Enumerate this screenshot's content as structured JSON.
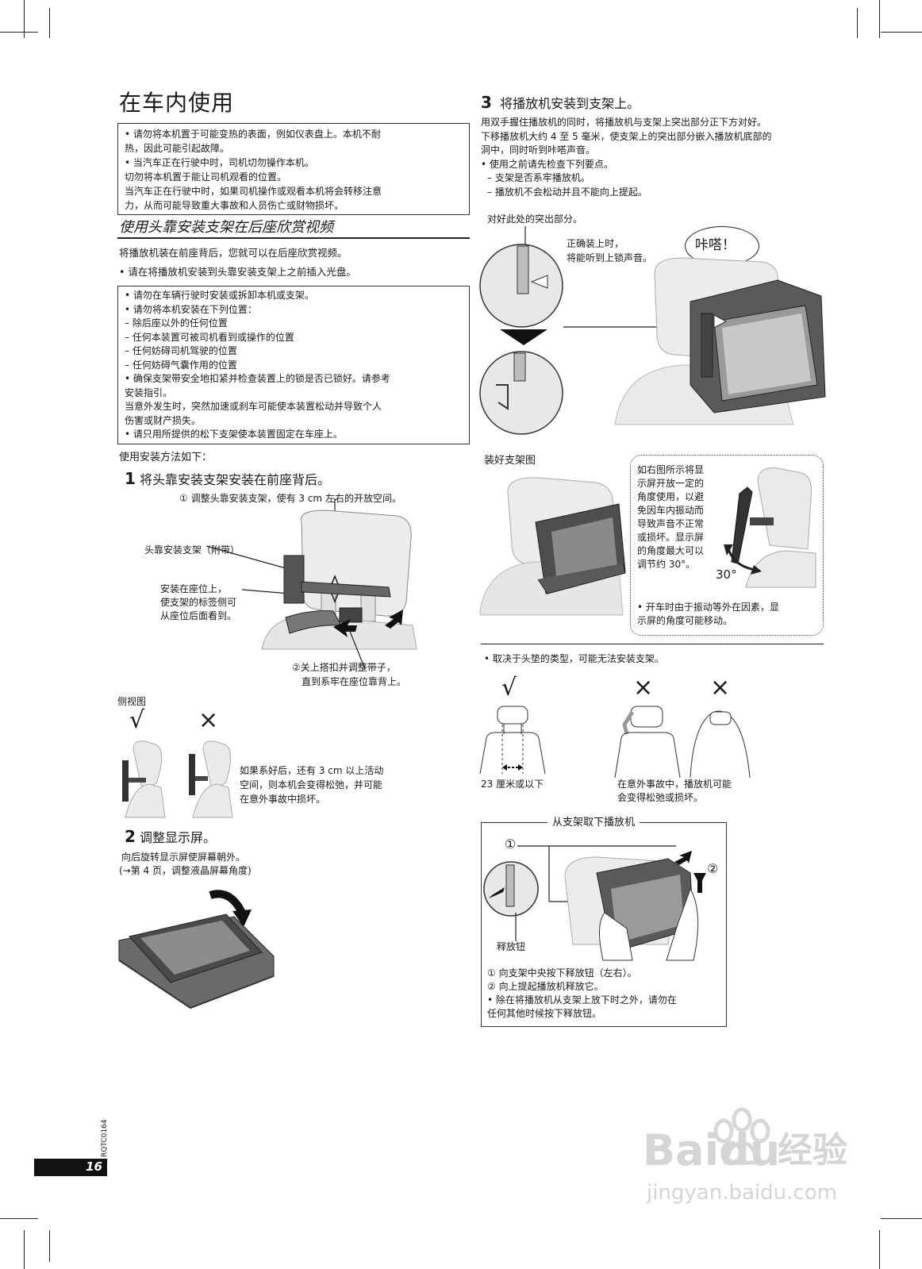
{
  "left": {
    "title": "在车内使用",
    "warning1": [
      "•   请勿将本机置于可能变热的表面，例如仪表盘上。本机不耐",
      "     热，因此可能引起故障。",
      "•   当汽车正在行驶中时，司机切勿操作本机。",
      "     切勿将本机置于能让司机观看的位置。",
      "     当汽车正在行驶中时，如果司机操作或观看本机将会转移注意",
      "     力，从而可能导致重大事故和人员伤亡或财物损坏。"
    ],
    "section_heading": "使用头靠安装支架在后座欣赏视频",
    "intro": "将播放机装在前座背后，您就可以在后座欣赏视频。",
    "intro_bullet": "•   请在将播放机安装到头靠安装支架上之前插入光盘。",
    "warning2": [
      "•  请勿在车辆行驶时安装或拆卸本机或支架。",
      "•  请勿将本机安装在下列位置：",
      "      –  除后座以外的任何位置",
      "      –  任何本装置可被司机看到或操作的位置",
      "      –  任何妨碍司机驾驶的位置",
      "      –  任何妨碍气囊作用的位置",
      "•  确保支架带安全地扣紧并检查装置上的锁是否已锁好。请参考",
      "    安装指引。",
      "    当意外发生时，突然加速或刹车可能使本装置松动并导致个人",
      "    伤害或财产损失。",
      "•   请只用所提供的松下支架使本装置固定在车座上。"
    ],
    "method_intro": "使用安装方法如下：",
    "step1": {
      "num": "1",
      "title": "将头靠安装支架安装在前座背后。",
      "sub1": "①  调整头靠安装支架，使有 3 cm 左右的开放空间。",
      "label_bracket": "头靠安装支架（附带）",
      "label_seat": [
        "安装在座位上，",
        "使支架的标签侧可",
        "从座位后面看到。"
      ],
      "sub2": [
        "②关上搭扣并调整带子，",
        "直到系牢在座位靠背上。"
      ]
    },
    "side_view": {
      "label": "侧视图",
      "ok_mark": "√",
      "ng_mark": "×",
      "note": [
        "如果系好后，还有 3 cm 以上活动",
        "空间，则本机会变得松弛，并可能",
        "在意外事故中损坏。"
      ]
    },
    "step2": {
      "num": "2",
      "title": "调整显示屏。",
      "lines": [
        "向后旋转显示屏使屏幕朝外。",
        "(→第 4 页，调整液晶屏幕角度)"
      ]
    },
    "model_code": "RQTC0164",
    "page_number": "16"
  },
  "right": {
    "step3": {
      "num": "3",
      "title": "将播放机安装到支架上。",
      "lines": [
        "用双手握住播放机的同时，将播放机与支架上突出部分正下方对好。",
        "下移播放机大约 4 至 5 毫米，使支架上的突出部分嵌入播放机底部的",
        "洞中，同时听到咔嗒声音。",
        "•  使用之前请先检查下列要点。",
        "   – 支架是否系牢播放机。",
        "   – 播放机不会松动并且不能向上提起。"
      ],
      "label_align": "对好此处的突出部分。",
      "label_correct": [
        "正确装上时，",
        "将能听到上锁声音。"
      ],
      "bubble": "咔嗒！"
    },
    "installed": {
      "label": "装好支架图",
      "note": [
        "如右图所示将显",
        "示屏开放一定的",
        "角度使用，以避",
        "免因车内振动而",
        "导致声音不正常",
        "或损坏。显示屏",
        "的角度最大可以",
        "调节约 30°。"
      ],
      "angle": "30°",
      "bullet": [
        "•   开车时由于振动等外在因素，显",
        "     示屏的角度可能移动。"
      ]
    },
    "headrest": {
      "bullet": "•   取决于头垫的类型，可能无法安装支架。",
      "ok_mark": "√",
      "ng_mark": "×",
      "measure": "23 厘米或以下",
      "ng_note": [
        "在意外事故中，播放机可能",
        "会变得松弛或损坏。"
      ]
    },
    "removal": {
      "title": "从支架取下播放机",
      "num1": "①",
      "num2": "②",
      "release_label": "释放钮",
      "lines": [
        "①  向支架中央按下释放钮（左右）。",
        "②  向上提起播放机释放它。",
        "• 除在将播放机从支架上放下时之外，请勿在",
        "   任何其他时候按下释放钮。"
      ]
    }
  },
  "watermark": {
    "brand": "Bai",
    "brand2": "du",
    "cn": "经验",
    "url": "jingyan.baidu.com"
  }
}
